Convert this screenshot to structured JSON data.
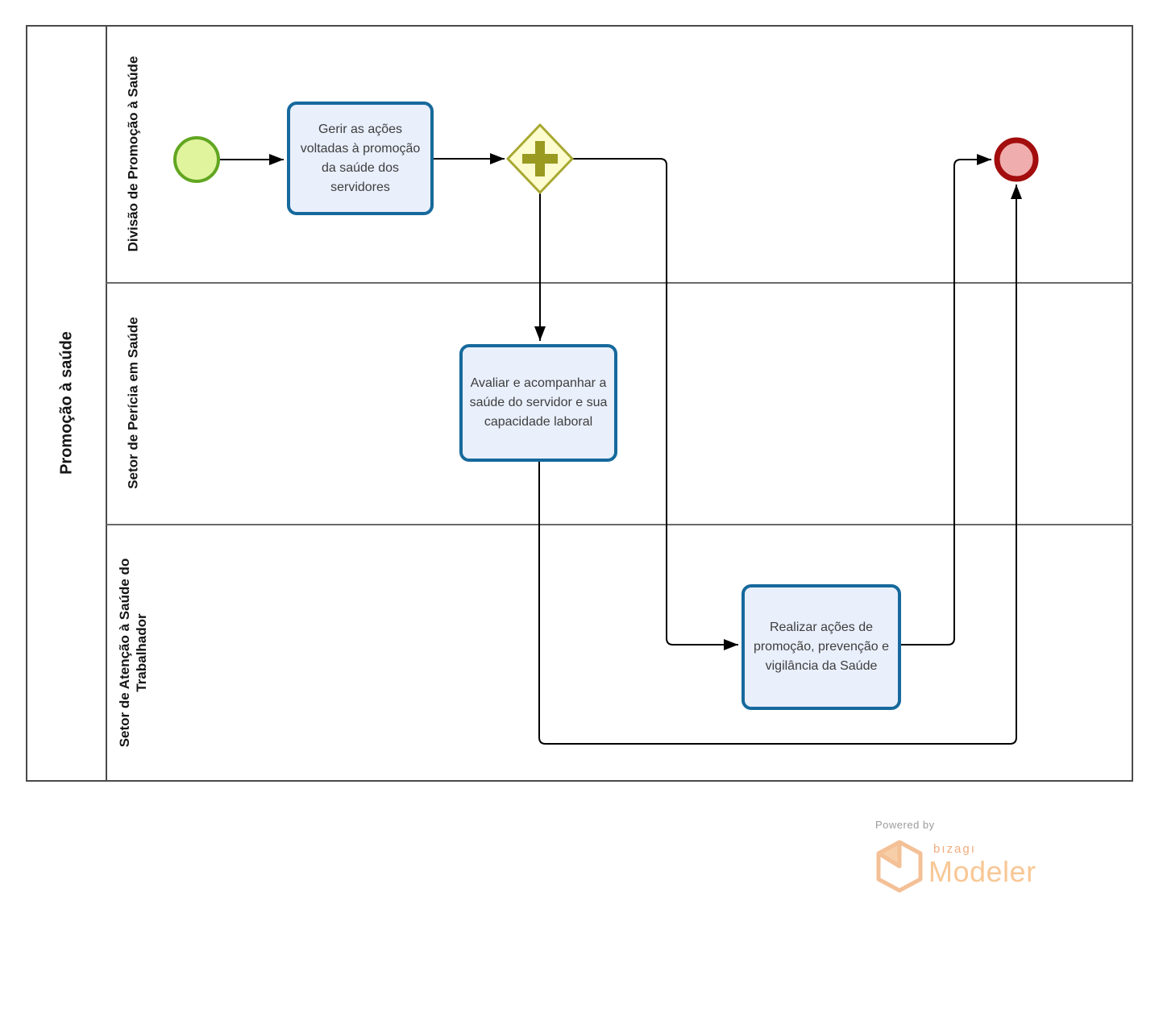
{
  "pool": {
    "label": "Promoção à saúde",
    "lanes": [
      {
        "label": "Divisão de Promoção à Saúde"
      },
      {
        "label": "Setor de Perícia em Saúde"
      },
      {
        "label": "Setor de Atenção à Saúde do Trabalhador"
      }
    ]
  },
  "nodes": {
    "start_event": {
      "type": "start-event"
    },
    "task_gerir": {
      "label": "Gerir as ações voltadas à promoção da saúde dos servidores"
    },
    "parallel_gateway": {
      "type": "parallel-gateway",
      "symbol": "+"
    },
    "task_avaliar": {
      "label": "Avaliar e acompanhar a saúde do servidor e sua capacidade laboral"
    },
    "task_realizar": {
      "label": "Realizar ações de promoção, prevenção e vigilância da Saúde"
    },
    "end_event": {
      "type": "end-event"
    }
  },
  "colors": {
    "start_fill": "#E0F49E",
    "start_stroke": "#61A621",
    "end_fill": "#F0ADAD",
    "end_stroke": "#A30D0D",
    "gateway_fill": "#FCFCCE",
    "gateway_stroke": "#A8A832",
    "gateway_plus": "#9A9A20",
    "task_fill": "#E9EFFB",
    "task_stroke": "#16699C",
    "flow": "#000000",
    "pool_border": "#4a4a4a",
    "lane_border": "#6a6a6a",
    "brand_orange": "#F0AD7E",
    "brand_light": "#F8C795",
    "muted_gray": "#9B9B9B"
  },
  "footer": {
    "powered_by": "Powered by",
    "brand": "bızagı",
    "product": "Modeler"
  }
}
